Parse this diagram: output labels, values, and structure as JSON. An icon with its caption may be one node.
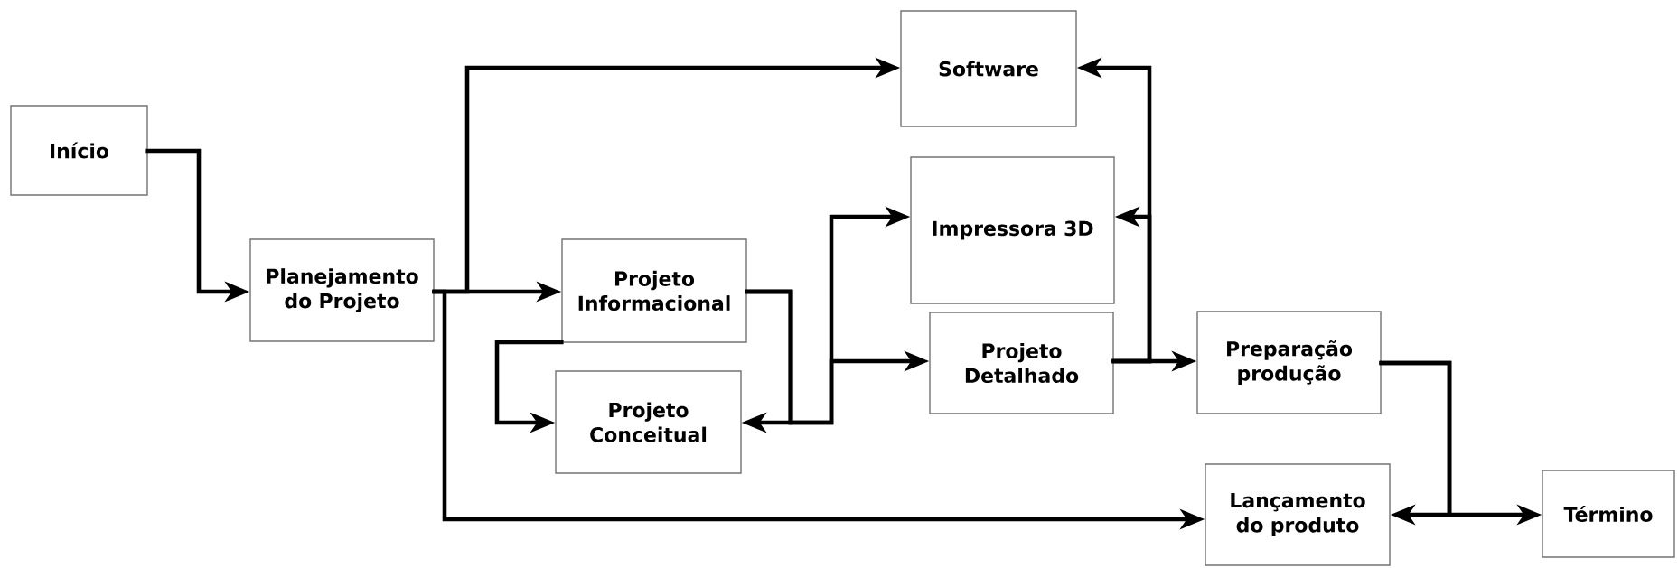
{
  "diagram": {
    "nodes": [
      {
        "text": [
          "Início"
        ]
      },
      {
        "text": [
          "Planejamento do Projeto"
        ]
      },
      {
        "text": [
          "Projeto Informacional"
        ]
      },
      {
        "text": [
          "Projeto Conceitual"
        ]
      },
      {
        "text": [
          "Software"
        ]
      },
      {
        "text": [
          "Impressora 3D"
        ]
      },
      {
        "text": [
          "Projeto Detalhado"
        ]
      },
      {
        "text": [
          "Preparação produção"
        ]
      },
      {
        "text": [
          "Lançamento do produto"
        ]
      },
      {
        "text": [
          "Término"
        ]
      }
    ],
    "edges": [
      {
        "from": 0,
        "to": 1,
        "arrow": "to"
      },
      {
        "from": 1,
        "to": 2,
        "arrow": "to"
      },
      {
        "from": 1,
        "to": 4,
        "arrow": "to"
      },
      {
        "from": 1,
        "to": 8,
        "arrow": "to"
      },
      {
        "from": 2,
        "to": 3,
        "arrow": "to"
      },
      {
        "from": 2,
        "to": 3,
        "arrow": "to"
      },
      {
        "from": 2,
        "to": 5,
        "arrow": "to"
      },
      {
        "from": 2,
        "to": 6,
        "arrow": "to"
      },
      {
        "from": 6,
        "to": 7,
        "arrow": "to"
      },
      {
        "from": 6,
        "to": 4,
        "arrow": "to"
      },
      {
        "from": 6,
        "to": 5,
        "arrow": "to"
      },
      {
        "from": 7,
        "to": 8,
        "arrow": "to"
      },
      {
        "from": 7,
        "to": 9,
        "arrow": "to"
      }
    ]
  }
}
